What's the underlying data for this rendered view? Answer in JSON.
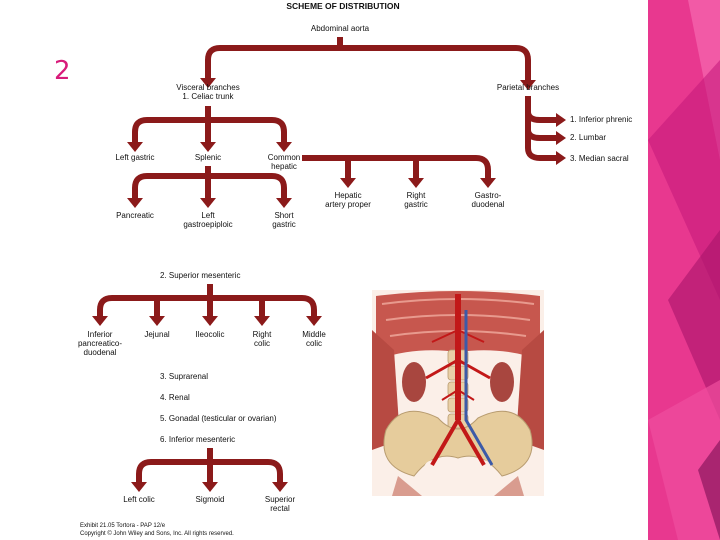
{
  "slide_number": "2",
  "colors": {
    "arrow_fill": "#8b1a1a",
    "arrow_stroke": "#5a0c0c",
    "accent_pink": "#e8388f",
    "accent_magenta": "#c2187a",
    "slide_number": "#d81b7a"
  },
  "diagram": {
    "title": "SCHEME OF DISTRIBUTION",
    "root": "Abdominal aorta",
    "visceral": "Visceral branches\n1. Celiac trunk",
    "parietal": "Parietal branches",
    "parietal_items": [
      "1. Inferior phrenic",
      "2. Lumbar",
      "3. Median sacral"
    ],
    "celiac_branches": [
      "Left gastric",
      "Splenic",
      "Common\nhepatic"
    ],
    "splenic_branches": [
      "Pancreatic",
      "Left\ngastroepiploic",
      "Short\ngastric"
    ],
    "hepatic_branches": [
      "Hepatic\nartery proper",
      "Right\ngastric",
      "Gastro-\nduodenal"
    ],
    "superior_mesenteric": "2. Superior mesenteric",
    "sma_branches": [
      "Inferior\npancreatico-\nduodenal",
      "Jejunal",
      "Ileocolic",
      "Right\ncolic",
      "Middle\ncolic"
    ],
    "other_branches": [
      "3. Suprarenal",
      "4. Renal",
      "5. Gonadal (testicular or ovarian)",
      "6. Inferior mesenteric"
    ],
    "ima_branches": [
      "Left colic",
      "Sigmoid",
      "Superior\nrectal"
    ],
    "credit": "Exhibit 21.05 Tortora - PAP 12/e\nCopyright © John Wiley and Sons, Inc. All rights reserved."
  },
  "illustration": {
    "subject": "abdominal-aorta-anatomy"
  }
}
